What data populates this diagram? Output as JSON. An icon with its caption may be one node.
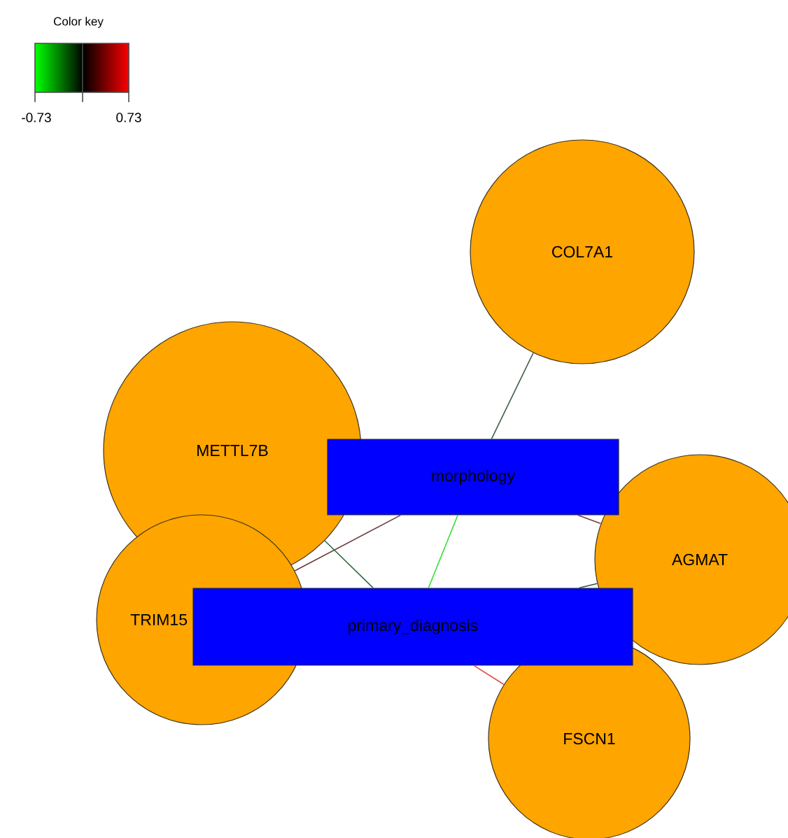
{
  "diagram": {
    "nodes": [
      {
        "text": [
          "COL7A1"
        ]
      },
      {
        "text": [
          "METTL7B"
        ]
      },
      {
        "text": [
          "morphology"
        ]
      },
      {
        "text": [
          "AGMAT"
        ]
      },
      {
        "text": [
          "TRIM15"
        ]
      },
      {
        "text": [
          "primary_diagnosis"
        ]
      },
      {
        "text": [
          "FSCN1"
        ]
      }
    ],
    "edges": [
      {
        "from": 0,
        "to": 2,
        "arrow": "none",
        "color": "#3f5f48"
      },
      {
        "from": 2,
        "to": 4,
        "arrow": "none",
        "color": "#6a3a3a"
      },
      {
        "from": 1,
        "to": 5,
        "arrow": "none",
        "color": "#2f6a3f"
      },
      {
        "from": 2,
        "to": 5,
        "arrow": "none",
        "color": "#3ae03a"
      },
      {
        "from": 2,
        "to": 3,
        "arrow": "none",
        "color": "#7a3a3a"
      },
      {
        "from": 5,
        "to": 3,
        "arrow": "none",
        "color": "#2a5a3a"
      },
      {
        "from": 5,
        "to": 6,
        "arrow": "none",
        "color": "#e04848"
      }
    ],
    "labels": [
      "Color key",
      "-0.73",
      "0.73"
    ]
  }
}
